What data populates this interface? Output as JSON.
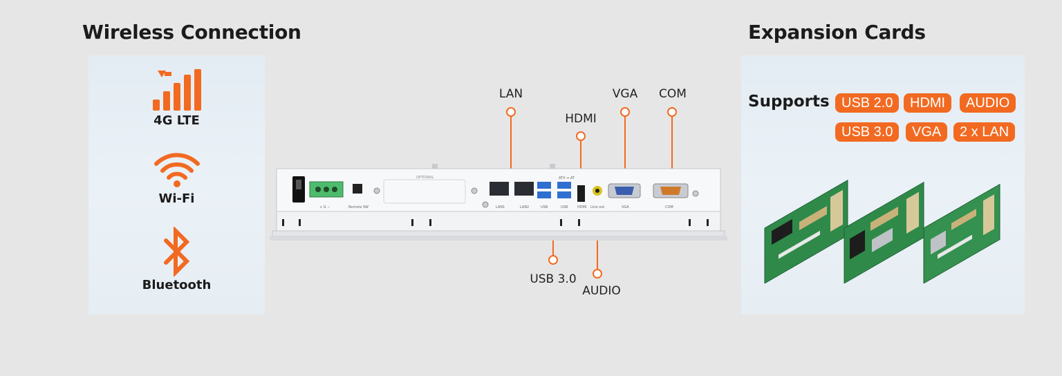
{
  "wireless": {
    "title": "Wireless Connection",
    "items": [
      {
        "label": "4G LTE",
        "icon": "signal-bars-icon"
      },
      {
        "label": "Wi-Fi",
        "icon": "wifi-icon"
      },
      {
        "label": "Bluetooth",
        "icon": "bluetooth-icon"
      }
    ]
  },
  "ports": {
    "callouts": [
      "LAN",
      "HDMI",
      "VGA",
      "COM",
      "USB 3.0",
      "AUDIO"
    ],
    "panel_text": {
      "optional": "OPTIONAL",
      "atx": "ATX ↔ AT",
      "power_pins": "+ G −",
      "remote_sw": "Remote SW",
      "lan1": "LAN1",
      "lan2": "LAN2",
      "usb_a": "USB",
      "usb_b": "USB",
      "hdmi": "HDMI",
      "line_out": "Line out",
      "vga": "VGA",
      "com": "COM"
    }
  },
  "expansion": {
    "title": "Expansion Cards",
    "supports_label": "Supports",
    "tags_row1": [
      "USB 2.0",
      "HDMI",
      "AUDIO"
    ],
    "tags_row2": [
      "USB 3.0",
      "VGA",
      "2 x LAN"
    ]
  },
  "colors": {
    "accent": "#f26a21",
    "board_green": "#2f8a4a",
    "background": "#e6e6e6"
  }
}
